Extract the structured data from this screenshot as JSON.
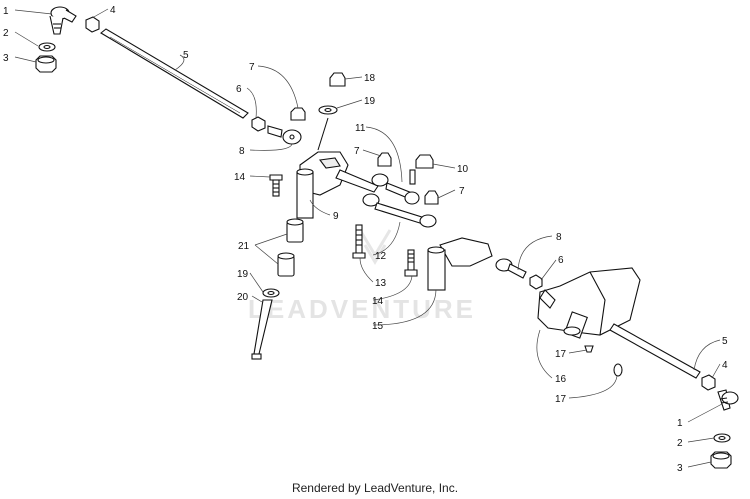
{
  "watermark": {
    "text": "LEADVENTURE"
  },
  "footer": {
    "text": "Rendered by LeadVenture, Inc."
  },
  "callouts": [
    {
      "id": "c1a",
      "label": "1"
    },
    {
      "id": "c2a",
      "label": "2"
    },
    {
      "id": "c3a",
      "label": "3"
    },
    {
      "id": "c4a",
      "label": "4"
    },
    {
      "id": "c5a",
      "label": "5"
    },
    {
      "id": "c6a",
      "label": "6"
    },
    {
      "id": "c7a",
      "label": "7"
    },
    {
      "id": "c8a",
      "label": "8"
    },
    {
      "id": "c18",
      "label": "18"
    },
    {
      "id": "c19a",
      "label": "19"
    },
    {
      "id": "c11",
      "label": "11"
    },
    {
      "id": "c7b",
      "label": "7"
    },
    {
      "id": "c10",
      "label": "10"
    },
    {
      "id": "c7c",
      "label": "7"
    },
    {
      "id": "c14a",
      "label": "14"
    },
    {
      "id": "c9",
      "label": "9"
    },
    {
      "id": "c21",
      "label": "21"
    },
    {
      "id": "c12",
      "label": "12"
    },
    {
      "id": "c13",
      "label": "13"
    },
    {
      "id": "c19b",
      "label": "19"
    },
    {
      "id": "c20",
      "label": "20"
    },
    {
      "id": "c14b",
      "label": "14"
    },
    {
      "id": "c15",
      "label": "15"
    },
    {
      "id": "c8b",
      "label": "8"
    },
    {
      "id": "c6b",
      "label": "6"
    },
    {
      "id": "c17a",
      "label": "17"
    },
    {
      "id": "c16",
      "label": "16"
    },
    {
      "id": "c17b",
      "label": "17"
    },
    {
      "id": "c5b",
      "label": "5"
    },
    {
      "id": "c4b",
      "label": "4"
    },
    {
      "id": "c1b",
      "label": "1"
    },
    {
      "id": "c2b",
      "label": "2"
    },
    {
      "id": "c3b",
      "label": "3"
    }
  ]
}
